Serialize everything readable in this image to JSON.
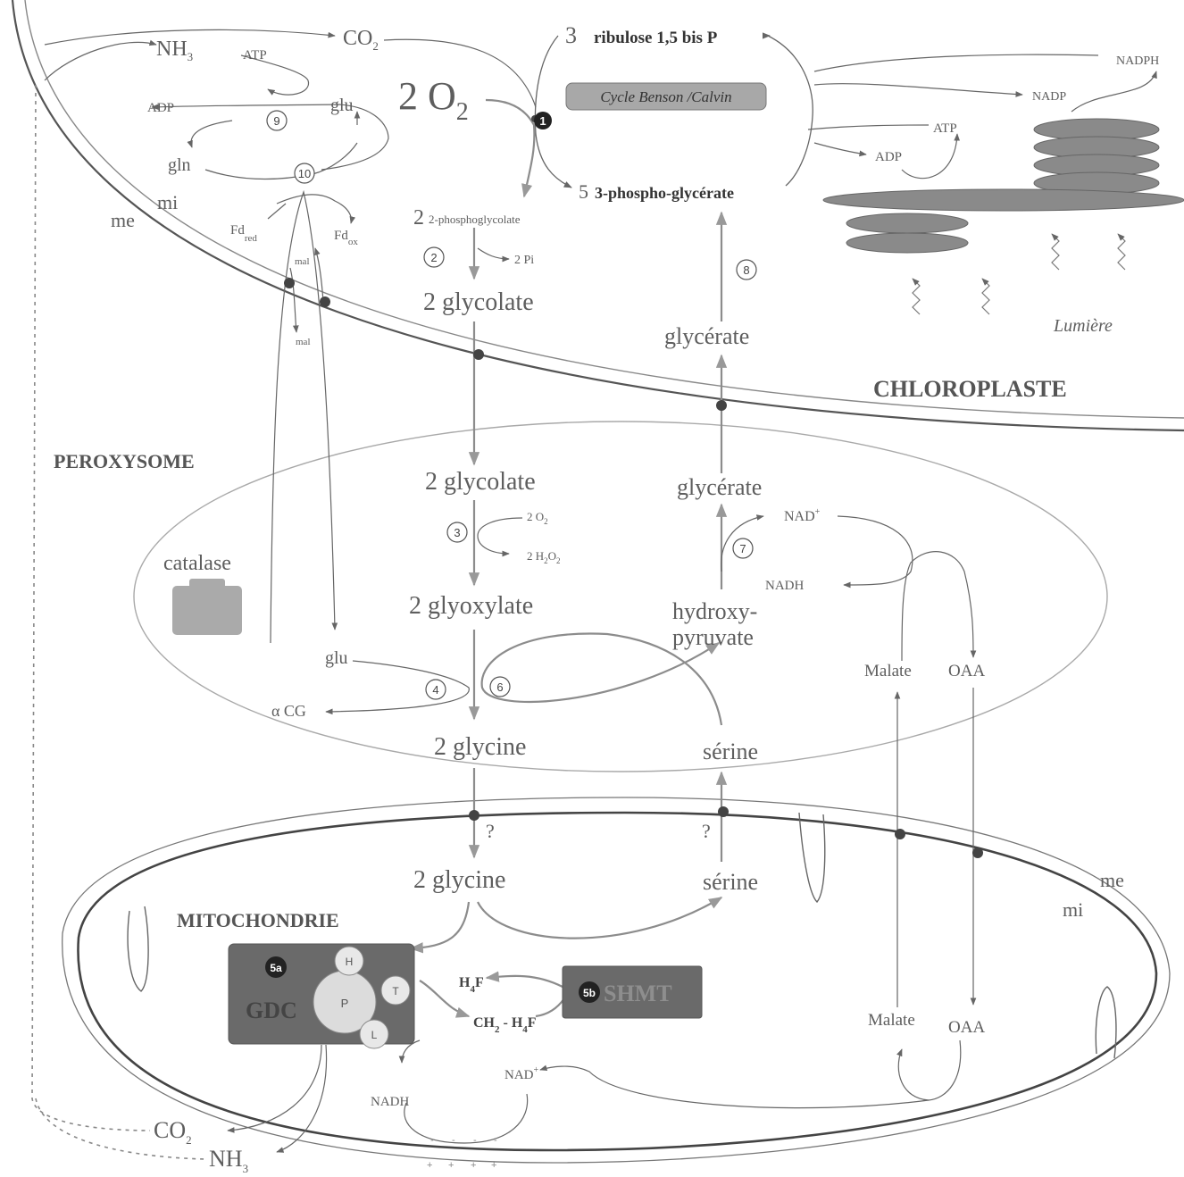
{
  "compartments": {
    "chloroplast": "CHLOROPLASTE",
    "peroxisome": "PEROXYSOME",
    "mitochondria": "MITOCHONDRIE",
    "me_chloro": "me",
    "mi_chloro": "mi",
    "me_mito": "me",
    "mi_mito": "mi"
  },
  "chloroplast": {
    "nh3_sub": "3",
    "co2_top_sub": "2",
    "atp_left": "ATP",
    "adp_left": "ADP",
    "glu": "glu",
    "gln": "gln",
    "fd_red": "Fd",
    "fd_red_sub": "red",
    "fd_ox": "Fd",
    "fd_ox_sub": "ox",
    "mal_top": "mal",
    "mal_bottom": "mal",
    "two_o2": "2 O",
    "two_o2_sub": "2",
    "ribulose": "ribulose 1,5 bis P",
    "ribulose_coef": "3",
    "benson_calvin": "Cycle Benson /Calvin",
    "pga_coef": "5",
    "pga": "3-phospho-glycérate",
    "phosphoglycolate_coef": "2",
    "phosphoglycolate": "2-phosphoglycolate",
    "pi": "2 Pi",
    "glycolate": "2 glycolate",
    "glycerate": "glycérate",
    "nadph": "NADPH",
    "nadp": "NADP",
    "atp_right": "ATP",
    "adp_right": "ADP",
    "light": "Lumière"
  },
  "peroxisome": {
    "glycolate": "2 glycolate",
    "o2": "2 O",
    "o2_sub": "2",
    "h2o2": "2 H",
    "glyoxylate": "2 glyoxylate",
    "glu": "glu",
    "acg": "α CG",
    "glycine": "2 glycine",
    "glycerate": "glycérate",
    "nad_plus": "NAD",
    "nadh": "NADH",
    "hydroxy1": "hydroxy-",
    "hydroxy2": "pyruvate",
    "serine": "sérine",
    "malate": "Malate",
    "oaa": "OAA",
    "catalase": "catalase"
  },
  "mitochondria": {
    "glycine": "2 glycine",
    "serine": "sérine",
    "question_left": "?",
    "question_right": "?",
    "gdc": "GDC",
    "shmt": "SHMT",
    "h": "H",
    "p": "P",
    "t": "T",
    "l": "L",
    "h4f": "H",
    "ch2h4f": "CH",
    "nad_plus": "NAD",
    "nadh": "NADH",
    "malate": "Malate",
    "oaa": "OAA",
    "co2": "CO",
    "co2_sub": "2",
    "nh3": "NH",
    "nh3_sub": "3"
  },
  "enzymes": {
    "e1": "1",
    "e2": "2",
    "e3": "3",
    "e4": "4",
    "e5a": "5a",
    "e5b": "5b",
    "e6": "6",
    "e7": "7",
    "e8": "8",
    "e9": "9",
    "e10": "10"
  },
  "colors": {
    "ink": "#5e5e5e",
    "dark_ink": "#333333",
    "gray_arrow": "#8c8c8c",
    "light_arrow": "#b0b0b0",
    "box_gray": "#a8a8a8",
    "gdc_box": "#6a6a6a",
    "thylakoid": "#8a8a8a"
  }
}
